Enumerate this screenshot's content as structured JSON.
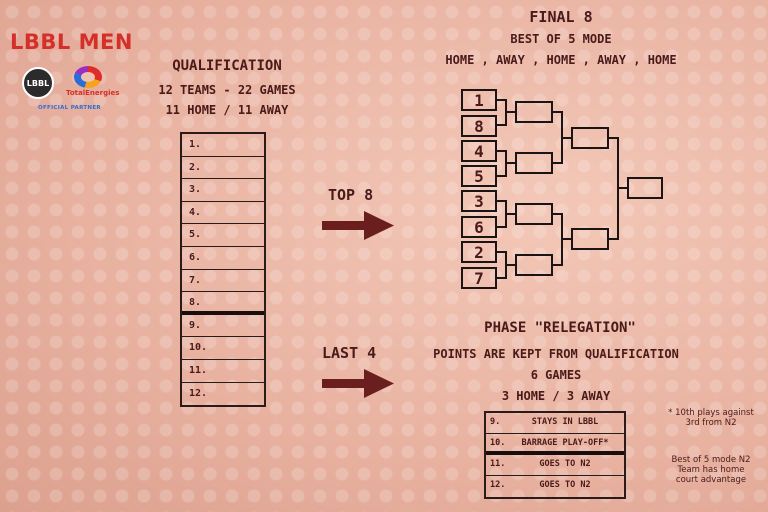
{
  "brand": {
    "title": "LBBL MEN",
    "logo_lbbl": "LBBL",
    "logo_total": "TotalEnergies",
    "partner": "OFFICIAL PARTNER"
  },
  "qualification": {
    "title": "QUALIFICATION",
    "line1": "12 TEAMS - 22 GAMES",
    "line2": "11 HOME / 11 AWAY",
    "rows": [
      "1.",
      "2.",
      "3.",
      "4.",
      "5.",
      "6.",
      "7.",
      "8.",
      "9.",
      "10.",
      "11.",
      "12."
    ]
  },
  "arrows": {
    "top": "TOP 8",
    "bottom": "LAST 4"
  },
  "final": {
    "title": "FINAL 8",
    "line1": "BEST OF 5 MODE",
    "line2": "HOME , AWAY , HOME , AWAY , HOME",
    "seeds": [
      "1",
      "8",
      "4",
      "5",
      "3",
      "6",
      "2",
      "7"
    ]
  },
  "relegation": {
    "title": "PHASE \"RELEGATION\"",
    "line1": "POINTS ARE KEPT FROM QUALIFICATION",
    "line2": "6 GAMES",
    "line3": "3 HOME / 3 AWAY",
    "rows": [
      {
        "num": "9.",
        "label": "STAYS IN LBBL"
      },
      {
        "num": "10.",
        "label": "BARRAGE PLAY-OFF*"
      },
      {
        "num": "11.",
        "label": "GOES TO N2"
      },
      {
        "num": "12.",
        "label": "GOES TO N2"
      }
    ]
  },
  "notes": {
    "note1": "* 10th plays against 3rd from N2",
    "note2": "Best of 5 mode N2 Team has home court advantage"
  },
  "colors": {
    "brand_red": "#d4302a",
    "text": "#4a1a1a",
    "arrow": "#6b1e1e"
  }
}
